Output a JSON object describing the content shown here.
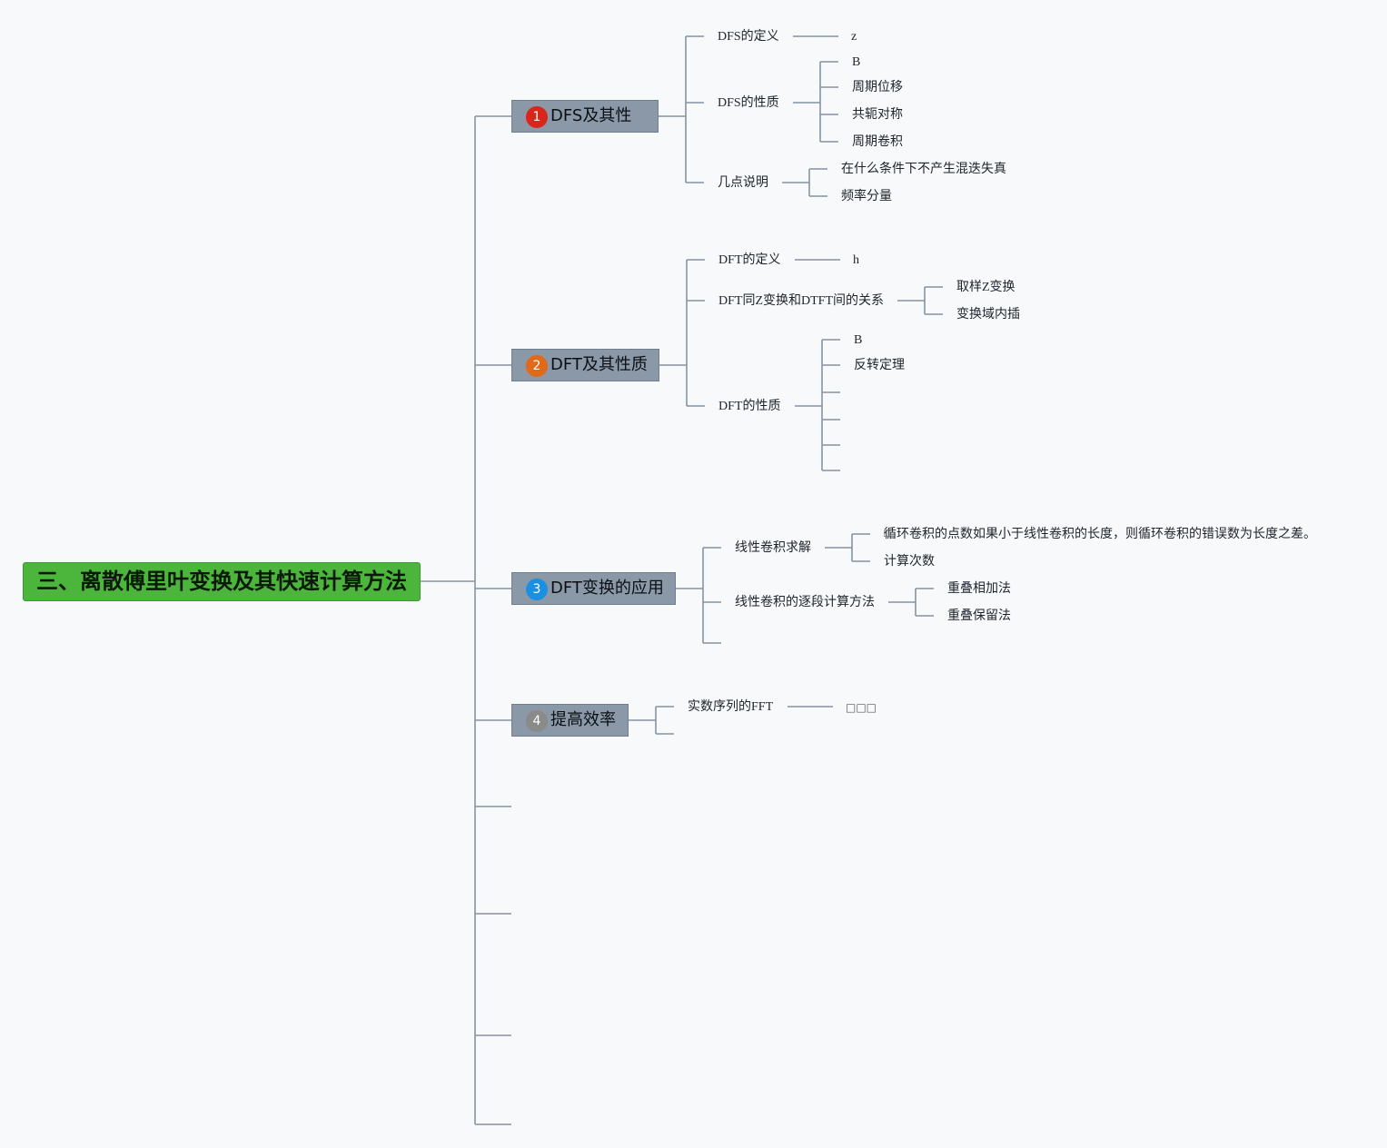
{
  "root": {
    "title": "三、离散傅里叶变换及其快速计算方法"
  },
  "colors": {
    "root_bg": "#4cb63c",
    "branch_bg": "#8a98a8",
    "connector": "#8593a3",
    "badge_1": "#d9261c",
    "badge_2": "#e0691a",
    "badge_3": "#1b8fe0",
    "badge_4": "#8a8a8a"
  },
  "branches": [
    {
      "number": "1",
      "icon": "number-badge-red",
      "label": "DFS及其性",
      "children": [
        {
          "label": "DFS的定义",
          "children": [
            "z"
          ]
        },
        {
          "label": "DFS的性质",
          "children": [
            "B",
            "周期位移",
            "共轭对称",
            "周期卷积"
          ]
        },
        {
          "label": "几点说明",
          "children": [
            "在什么条件下不产生混迭失真",
            "频率分量"
          ]
        }
      ]
    },
    {
      "number": "2",
      "icon": "number-badge-orange",
      "label": "DFT及其性质",
      "children": [
        {
          "label": "DFT的定义",
          "children": [
            "h"
          ]
        },
        {
          "label": "DFT同Z变换和DTFT间的关系",
          "children": [
            "取样Z变换",
            "变换域内插"
          ]
        },
        {
          "label": "DFT的性质",
          "children": [
            "B",
            "反转定理",
            "",
            "",
            "",
            ""
          ]
        }
      ]
    },
    {
      "number": "3",
      "icon": "number-badge-blue",
      "label": "DFT变换的应用",
      "children": [
        {
          "label": "线性卷积求解",
          "children": [
            "循环卷积的点数如果小于线性卷积的长度，则循环卷积的错误数为长度之差。",
            "计算次数"
          ]
        },
        {
          "label": "线性卷积的逐段计算方法",
          "children": [
            "重叠相加法",
            "重叠保留法"
          ]
        }
      ]
    },
    {
      "number": "4",
      "icon": "number-badge-gray",
      "label": "提高效率",
      "children": [
        {
          "label": "实数序列的FFT",
          "children": [
            "□□□"
          ]
        }
      ]
    }
  ]
}
